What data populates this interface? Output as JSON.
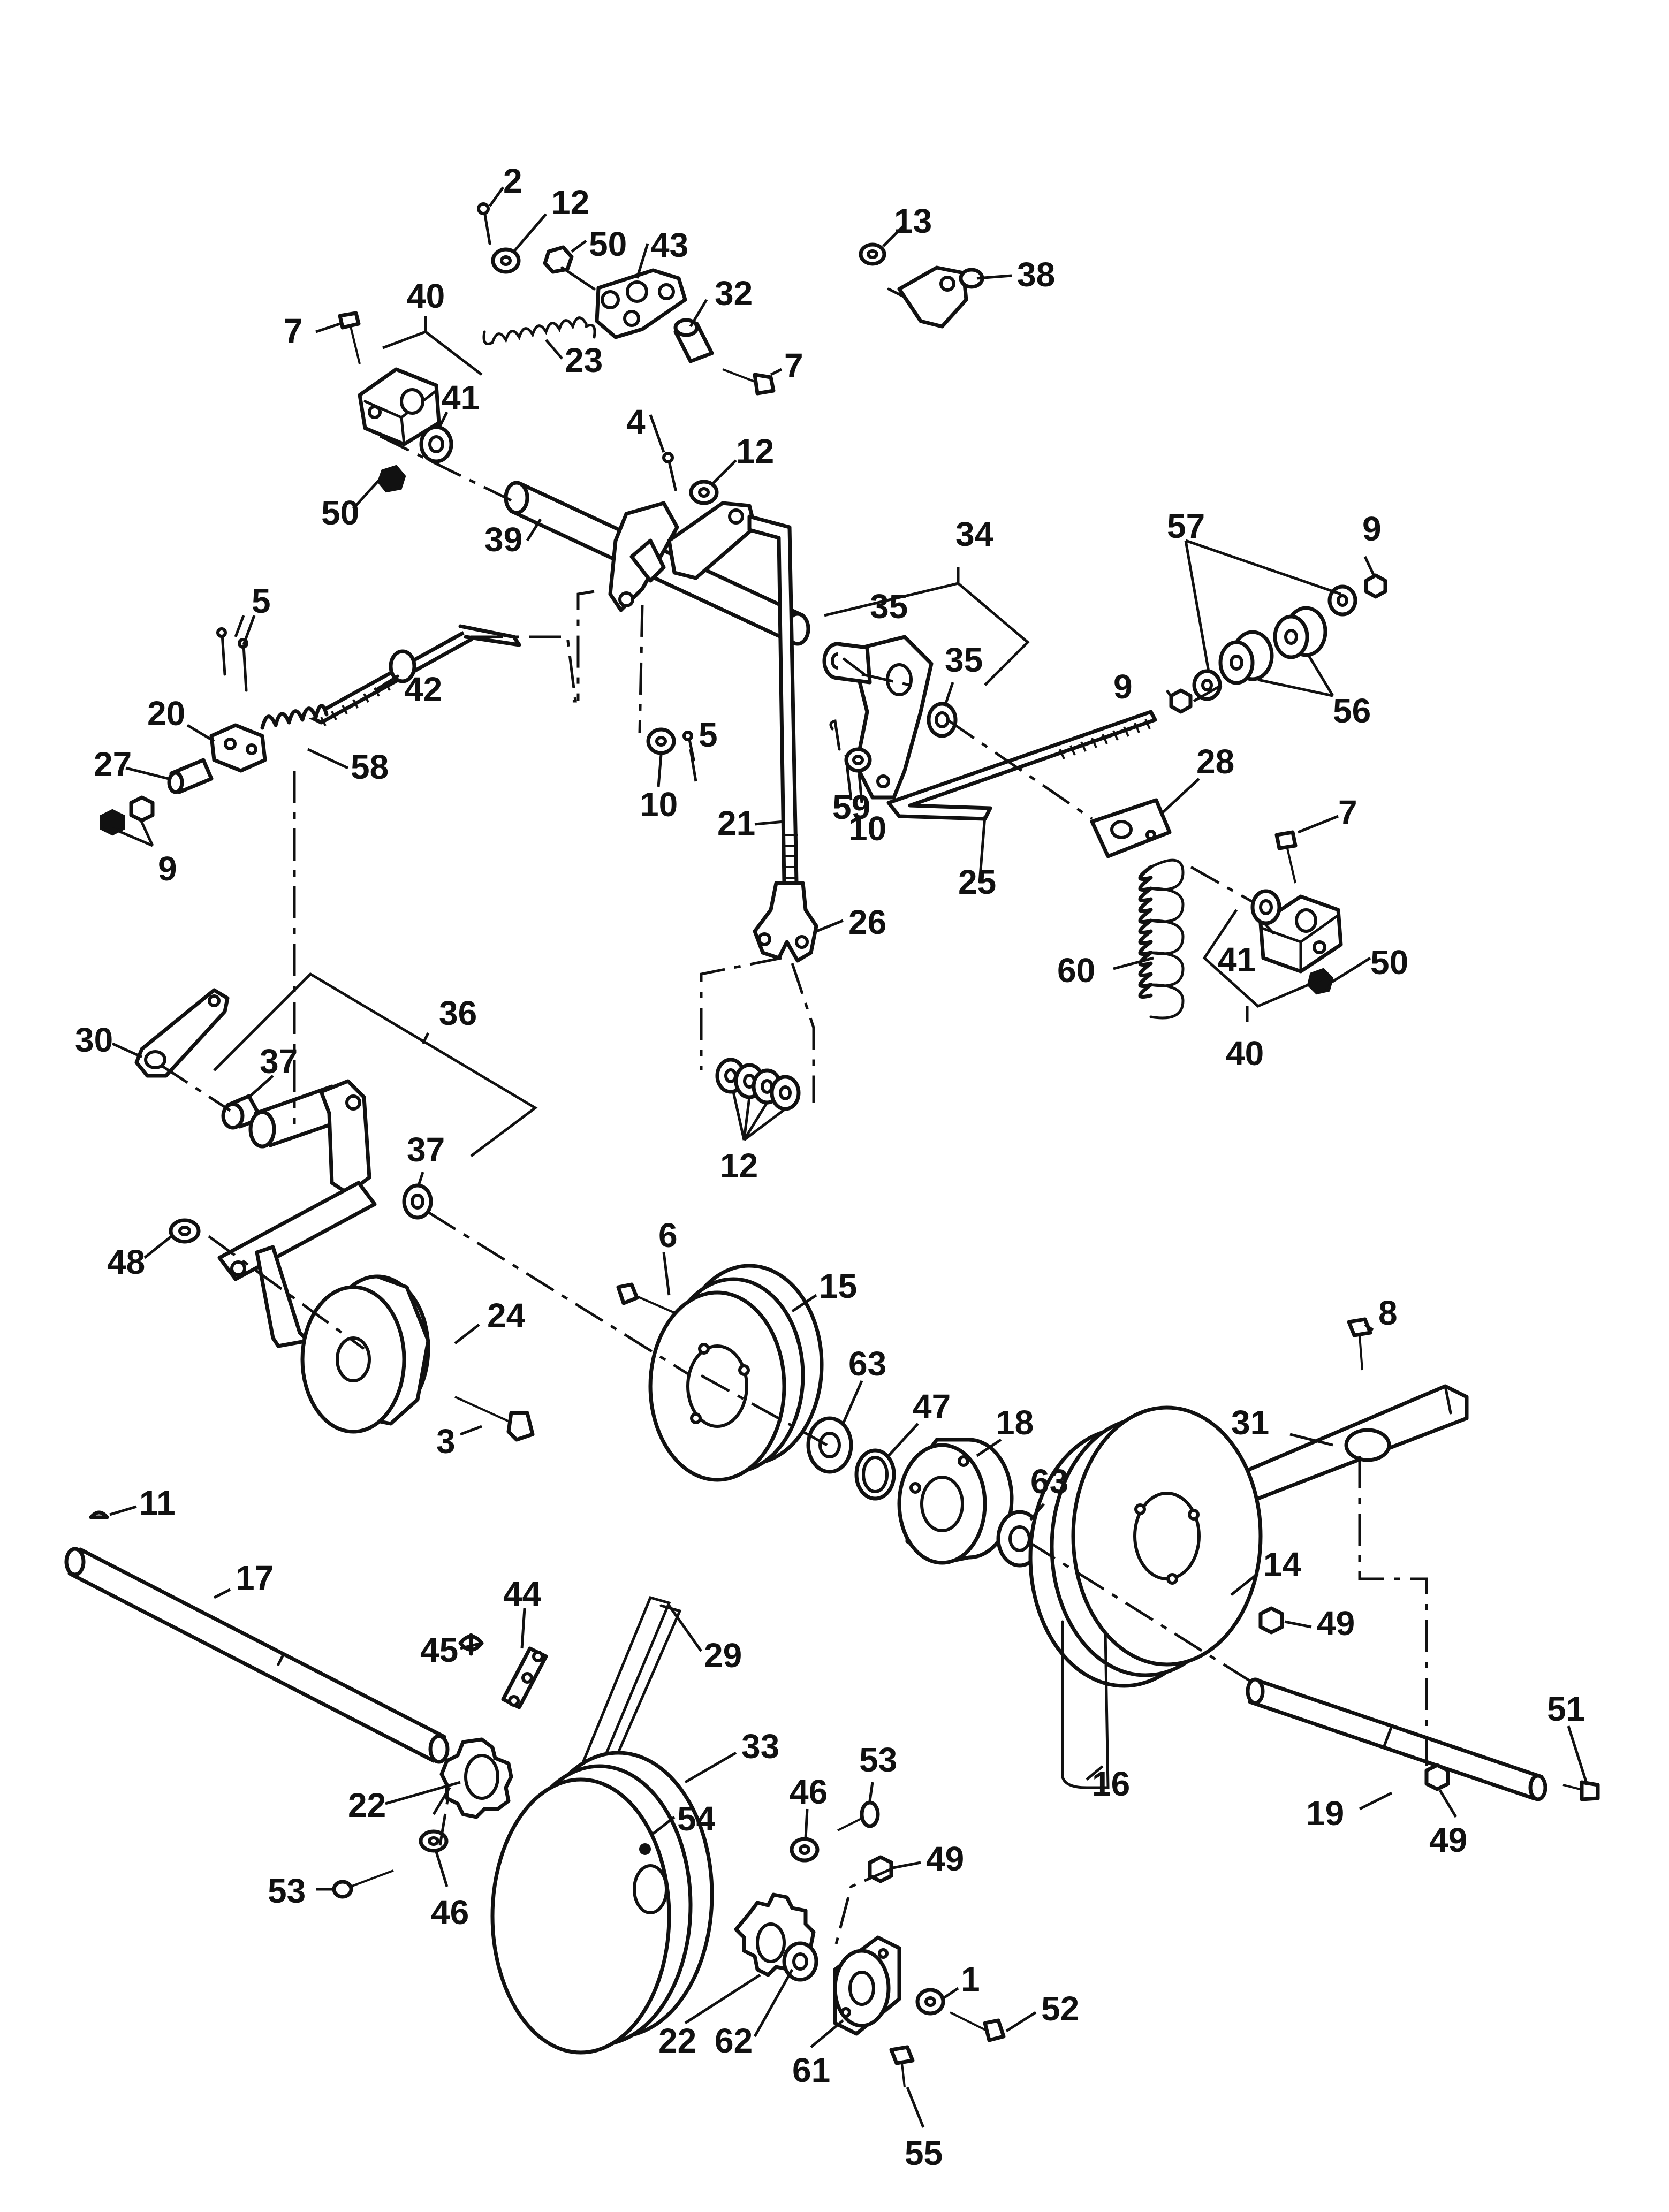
{
  "diagram": {
    "callouts": {
      "c1": "1",
      "c2": "2",
      "c3": "3",
      "c4": "4",
      "c5a": "5",
      "c5b": "5",
      "c6": "6",
      "c7a": "7",
      "c7b": "7",
      "c7c": "7",
      "c8": "8",
      "c9a": "9",
      "c9b": "9",
      "c9c": "9",
      "c10a": "10",
      "c10b": "10",
      "c11": "11",
      "c12a": "12",
      "c12b": "12",
      "c12c": "12",
      "c13": "13",
      "c14": "14",
      "c15": "15",
      "c16": "16",
      "c17": "17",
      "c18": "18",
      "c19": "19",
      "c20": "20",
      "c21": "21",
      "c22a": "22",
      "c22b": "22",
      "c23": "23",
      "c24": "24",
      "c25": "25",
      "c26": "26",
      "c27": "27",
      "c28": "28",
      "c29": "29",
      "c30": "30",
      "c31": "31",
      "c32": "32",
      "c33": "33",
      "c34": "34",
      "c35a": "35",
      "c35b": "35",
      "c36": "36",
      "c37a": "37",
      "c37b": "37",
      "c38": "38",
      "c39": "39",
      "c40a": "40",
      "c40b": "40",
      "c41a": "41",
      "c41b": "41",
      "c42": "42",
      "c43": "43",
      "c44": "44",
      "c45": "45",
      "c46a": "46",
      "c46b": "46",
      "c47": "47",
      "c48": "48",
      "c49a": "49",
      "c49b": "49",
      "c49c": "49",
      "c50a": "50",
      "c50b": "50",
      "c50c": "50",
      "c51": "51",
      "c52": "52",
      "c53a": "53",
      "c53b": "53",
      "c54": "54",
      "c55": "55",
      "c56": "56",
      "c57": "57",
      "c58": "58",
      "c59": "59",
      "c60": "60",
      "c61": "61",
      "c62": "62",
      "c63a": "63",
      "c63b": "63"
    }
  }
}
